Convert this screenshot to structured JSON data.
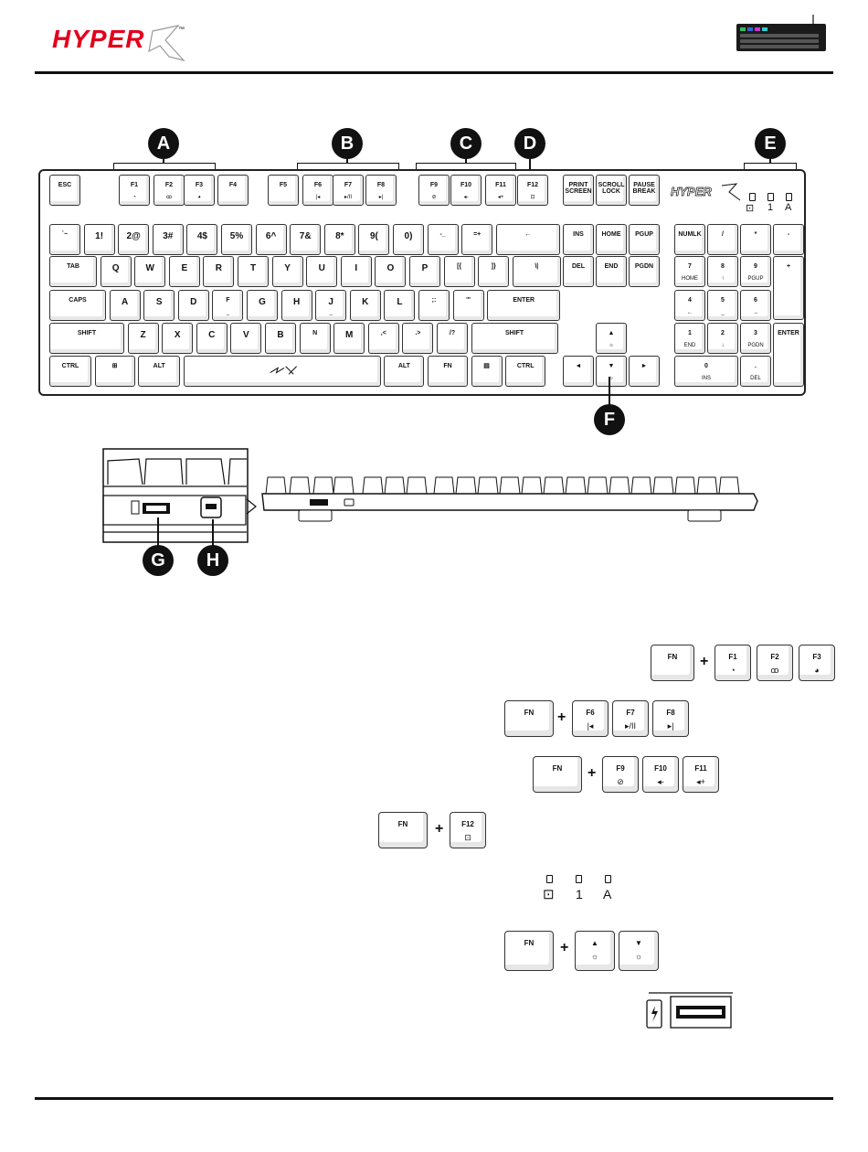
{
  "header": {
    "brand": "HYPER",
    "trademark": "™"
  },
  "callouts": [
    "A",
    "B",
    "C",
    "D",
    "E",
    "F",
    "G",
    "H"
  ],
  "keyboard": {
    "space_logo": "HX",
    "indicators": {
      "icons": [
        "profile-icon"
      ],
      "labels": [
        "1",
        "A"
      ]
    },
    "keys": [
      {
        "k": "esc",
        "l1": "ESC"
      },
      {
        "k": "f1",
        "l1": "F1",
        "l2": "◔"
      },
      {
        "k": "f2",
        "l1": "F2",
        "l2": "ꝏ"
      },
      {
        "k": "f3",
        "l1": "F3",
        "l2": "◕"
      },
      {
        "k": "f4",
        "l1": "F4"
      },
      {
        "k": "f5",
        "l1": "F5"
      },
      {
        "k": "f6",
        "l1": "F6",
        "l2": "|◂"
      },
      {
        "k": "f7",
        "l1": "F7",
        "l2": "▸/II"
      },
      {
        "k": "f8",
        "l1": "F8",
        "l2": "▸|"
      },
      {
        "k": "f9",
        "l1": "F9",
        "l2": "⊘"
      },
      {
        "k": "f10",
        "l1": "F10",
        "l2": "◂-"
      },
      {
        "k": "f11",
        "l1": "F11",
        "l2": "◂+"
      },
      {
        "k": "f12",
        "l1": "F12",
        "l2": "⊡"
      },
      {
        "k": "prtsc",
        "l1": "PRINT\nSCREEN"
      },
      {
        "k": "scrlk",
        "l1": "SCROLL\nLOCK"
      },
      {
        "k": "pause",
        "l1": "PAUSE\nBREAK"
      },
      {
        "k": "tilde",
        "l1": "`~"
      },
      {
        "k": "1",
        "l1": "1!"
      },
      {
        "k": "2",
        "l1": "2@"
      },
      {
        "k": "3",
        "l1": "3#"
      },
      {
        "k": "4",
        "l1": "4$"
      },
      {
        "k": "5",
        "l1": "5%"
      },
      {
        "k": "6",
        "l1": "6^"
      },
      {
        "k": "7",
        "l1": "7&"
      },
      {
        "k": "8",
        "l1": "8*"
      },
      {
        "k": "9",
        "l1": "9("
      },
      {
        "k": "0",
        "l1": "0)"
      },
      {
        "k": "minus",
        "l1": "-_"
      },
      {
        "k": "eq",
        "l1": "=+"
      },
      {
        "k": "bksp",
        "l1": "←"
      },
      {
        "k": "ins",
        "l1": "INS"
      },
      {
        "k": "home",
        "l1": "HOME"
      },
      {
        "k": "pgup",
        "l1": "PGUP"
      },
      {
        "k": "numlk",
        "l1": "NUMLK"
      },
      {
        "k": "nslash",
        "l1": "/"
      },
      {
        "k": "nstar",
        "l1": "*"
      },
      {
        "k": "nminus",
        "l1": "-"
      },
      {
        "k": "tab",
        "l1": "TAB"
      },
      {
        "k": "q",
        "l1": "Q"
      },
      {
        "k": "w",
        "l1": "W"
      },
      {
        "k": "e",
        "l1": "E"
      },
      {
        "k": "r",
        "l1": "R"
      },
      {
        "k": "t",
        "l1": "T"
      },
      {
        "k": "y",
        "l1": "Y"
      },
      {
        "k": "u",
        "l1": "U"
      },
      {
        "k": "i",
        "l1": "I"
      },
      {
        "k": "o",
        "l1": "O"
      },
      {
        "k": "p",
        "l1": "P"
      },
      {
        "k": "lbr",
        "l1": "[{"
      },
      {
        "k": "rbr",
        "l1": "]}"
      },
      {
        "k": "bsl",
        "l1": "\\|"
      },
      {
        "k": "del",
        "l1": "DEL"
      },
      {
        "k": "end",
        "l1": "END"
      },
      {
        "k": "pgdn",
        "l1": "PGDN"
      },
      {
        "k": "n7",
        "l1": "7",
        "l2": "HOME"
      },
      {
        "k": "n8",
        "l1": "8",
        "l2": "↑"
      },
      {
        "k": "n9",
        "l1": "9",
        "l2": "PGUP"
      },
      {
        "k": "nplus",
        "l1": "+"
      },
      {
        "k": "caps",
        "l1": "CAPS"
      },
      {
        "k": "a",
        "l1": "A"
      },
      {
        "k": "s",
        "l1": "S"
      },
      {
        "k": "d",
        "l1": "D"
      },
      {
        "k": "f",
        "l1": "F",
        "l2": "_"
      },
      {
        "k": "g",
        "l1": "G"
      },
      {
        "k": "h",
        "l1": "H"
      },
      {
        "k": "j",
        "l1": "J",
        "l2": "_"
      },
      {
        "k": "k2",
        "l1": "K"
      },
      {
        "k": "l",
        "l1": "L"
      },
      {
        "k": "semi",
        "l1": ";:"
      },
      {
        "k": "quote",
        "l1": "'\""
      },
      {
        "k": "enter",
        "l1": "ENTER"
      },
      {
        "k": "n4",
        "l1": "4",
        "l2": "←"
      },
      {
        "k": "n5",
        "l1": "5",
        "l2": "_"
      },
      {
        "k": "n6",
        "l1": "6",
        "l2": "→"
      },
      {
        "k": "lshift",
        "l1": "SHIFT"
      },
      {
        "k": "z",
        "l1": "Z"
      },
      {
        "k": "x",
        "l1": "X"
      },
      {
        "k": "c",
        "l1": "C"
      },
      {
        "k": "v",
        "l1": "V"
      },
      {
        "k": "b",
        "l1": "B"
      },
      {
        "k": "n",
        "l1": "N"
      },
      {
        "k": "m",
        "l1": "M"
      },
      {
        "k": "comma",
        "l1": ",<"
      },
      {
        "k": "period",
        "l1": ".>"
      },
      {
        "k": "slash",
        "l1": "/?"
      },
      {
        "k": "rshift",
        "l1": "SHIFT"
      },
      {
        "k": "up",
        "l1": "▲",
        "l2": "☼"
      },
      {
        "k": "n1",
        "l1": "1",
        "l2": "END"
      },
      {
        "k": "n2",
        "l1": "2",
        "l2": "↓"
      },
      {
        "k": "n3",
        "l1": "3",
        "l2": "PGDN"
      },
      {
        "k": "nenter",
        "l1": "ENTER"
      },
      {
        "k": "lctrl",
        "l1": "CTRL"
      },
      {
        "k": "win",
        "l1": "⊞"
      },
      {
        "k": "lalt",
        "l1": "ALT"
      },
      {
        "k": "space",
        "l1": ""
      },
      {
        "k": "ralt",
        "l1": "ALT"
      },
      {
        "k": "fn",
        "l1": "FN"
      },
      {
        "k": "menu",
        "l1": "▤"
      },
      {
        "k": "rctrl",
        "l1": "CTRL"
      },
      {
        "k": "left",
        "l1": "◄"
      },
      {
        "k": "down",
        "l1": "▼",
        "l2": "☼"
      },
      {
        "k": "right",
        "l1": "►"
      },
      {
        "k": "n0",
        "l1": "0",
        "l2": "INS"
      },
      {
        "k": "ndot",
        "l1": ".",
        "l2": "DEL"
      }
    ]
  },
  "combos": [
    {
      "fn": "FN",
      "keys": [
        {
          "l1": "F1",
          "l2": "◔"
        },
        {
          "l1": "F2",
          "l2": "ꝏ"
        },
        {
          "l1": "F3",
          "l2": "◕"
        }
      ]
    },
    {
      "fn": "FN",
      "keys": [
        {
          "l1": "F6",
          "l2": "|◂"
        },
        {
          "l1": "F7",
          "l2": "▸/II"
        },
        {
          "l1": "F8",
          "l2": "▸|"
        }
      ]
    },
    {
      "fn": "FN",
      "keys": [
        {
          "l1": "F9",
          "l2": "⊘"
        },
        {
          "l1": "F10",
          "l2": "◂-"
        },
        {
          "l1": "F11",
          "l2": "◂+"
        }
      ]
    },
    {
      "fn": "FN",
      "keys": [
        {
          "l1": "F12",
          "l2": "⊡"
        }
      ]
    },
    {
      "fn": "FN",
      "keys": [
        {
          "l1": "▲",
          "l2": "☼"
        },
        {
          "l1": "▼",
          "l2": "☼"
        }
      ]
    }
  ],
  "plus_sign": "+",
  "indicator_legend": {
    "labels": [
      "1",
      "A"
    ]
  }
}
